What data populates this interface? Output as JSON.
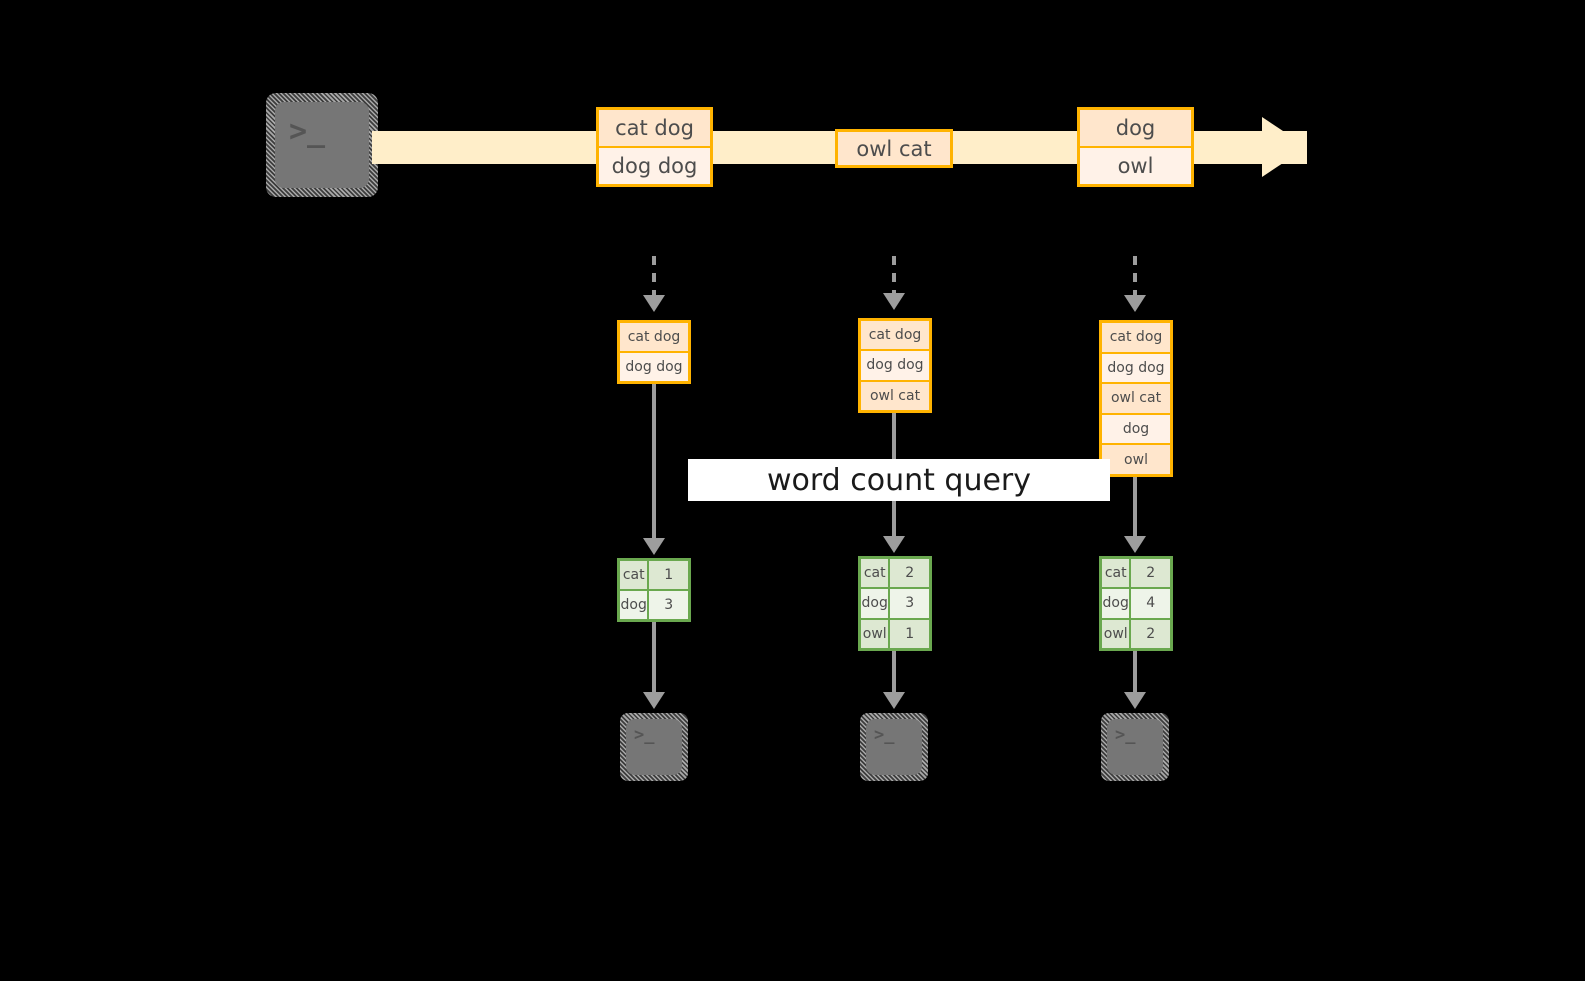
{
  "diagram": {
    "title_label": "word count query",
    "colors": {
      "event_border": "#ffb300",
      "event_fill_a": "#ffe6cc",
      "event_fill_b": "#fff2e8",
      "timeline_bar": "#ffeec9",
      "table_border": "#6aa84f",
      "table_fill_a": "#dde8d2",
      "table_fill_b": "#eef4e9",
      "arrow": "#9d9d9d",
      "terminal_fill": "#767676",
      "background": "#000000",
      "band_fill": "#ffffff",
      "text": "#4d4d4d"
    }
  },
  "producer": {
    "terminal_icon": "terminal-icon",
    "prompt_glyph": ">_"
  },
  "timeline": {
    "arrow_icon": "right-arrow",
    "events": [
      {
        "group_name": "event-group-1",
        "lines": [
          {
            "text": "cat dog",
            "shade": "a"
          },
          {
            "text": "dog dog",
            "shade": "b"
          }
        ]
      },
      {
        "group_name": "event-group-2",
        "lines": [
          {
            "text": "owl cat",
            "shade": "a"
          }
        ]
      },
      {
        "group_name": "event-group-3",
        "lines": [
          {
            "text": "dog",
            "shade": "a"
          },
          {
            "text": "owl",
            "shade": "b"
          }
        ]
      }
    ]
  },
  "snapshots": [
    {
      "name": "snapshot-1",
      "stream_lines": [
        {
          "text": "cat dog",
          "shade": "a"
        },
        {
          "text": "dog dog",
          "shade": "b"
        }
      ],
      "result": {
        "rows": [
          {
            "word": "cat",
            "count": "1",
            "shade": "a"
          },
          {
            "word": "dog",
            "count": "3",
            "shade": "b"
          }
        ]
      },
      "consumer": {
        "terminal_icon": "terminal-icon",
        "prompt_glyph": ">_"
      }
    },
    {
      "name": "snapshot-2",
      "stream_lines": [
        {
          "text": "cat dog",
          "shade": "a"
        },
        {
          "text": "dog dog",
          "shade": "b"
        },
        {
          "text": "owl cat",
          "shade": "a"
        }
      ],
      "result": {
        "rows": [
          {
            "word": "cat",
            "count": "2",
            "shade": "a"
          },
          {
            "word": "dog",
            "count": "3",
            "shade": "b"
          },
          {
            "word": "owl",
            "count": "1",
            "shade": "a"
          }
        ]
      },
      "consumer": {
        "terminal_icon": "terminal-icon",
        "prompt_glyph": ">_"
      }
    },
    {
      "name": "snapshot-3",
      "stream_lines": [
        {
          "text": "cat dog",
          "shade": "a"
        },
        {
          "text": "dog dog",
          "shade": "b"
        },
        {
          "text": "owl cat",
          "shade": "a"
        },
        {
          "text": "dog",
          "shade": "b"
        },
        {
          "text": "owl",
          "shade": "a"
        }
      ],
      "result": {
        "rows": [
          {
            "word": "cat",
            "count": "2",
            "shade": "a"
          },
          {
            "word": "dog",
            "count": "4",
            "shade": "b"
          },
          {
            "word": "owl",
            "count": "2",
            "shade": "a"
          }
        ]
      },
      "consumer": {
        "terminal_icon": "terminal-icon",
        "prompt_glyph": ">_"
      }
    }
  ]
}
